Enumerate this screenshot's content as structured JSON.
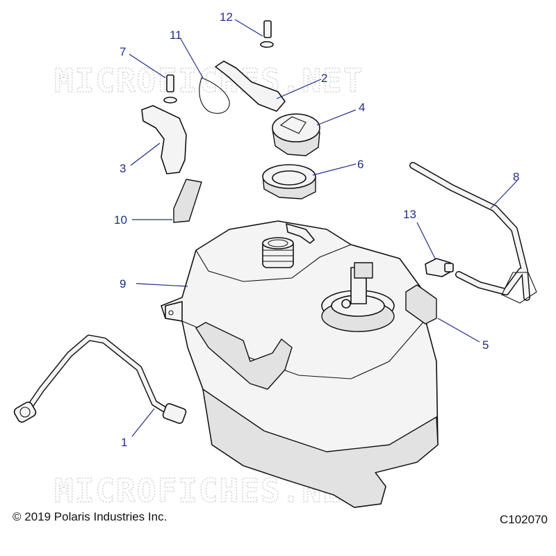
{
  "watermark": {
    "text": "MICROFICHES.NET"
  },
  "callouts": [
    {
      "id": "1",
      "label": "1"
    },
    {
      "id": "2",
      "label": "2"
    },
    {
      "id": "3",
      "label": "3"
    },
    {
      "id": "4",
      "label": "4"
    },
    {
      "id": "5",
      "label": "5"
    },
    {
      "id": "6",
      "label": "6"
    },
    {
      "id": "7",
      "label": "7"
    },
    {
      "id": "8",
      "label": "8"
    },
    {
      "id": "9",
      "label": "9"
    },
    {
      "id": "10",
      "label": "10"
    },
    {
      "id": "11",
      "label": "11"
    },
    {
      "id": "12",
      "label": "12"
    },
    {
      "id": "13",
      "label": "13"
    }
  ],
  "footer": {
    "copyright": "© 2019 Polaris Industries Inc.",
    "drawing_id": "C102070"
  },
  "colors": {
    "callout": "#1f2d8a",
    "outline": "#111111",
    "watermark": "#cfcfcf"
  }
}
